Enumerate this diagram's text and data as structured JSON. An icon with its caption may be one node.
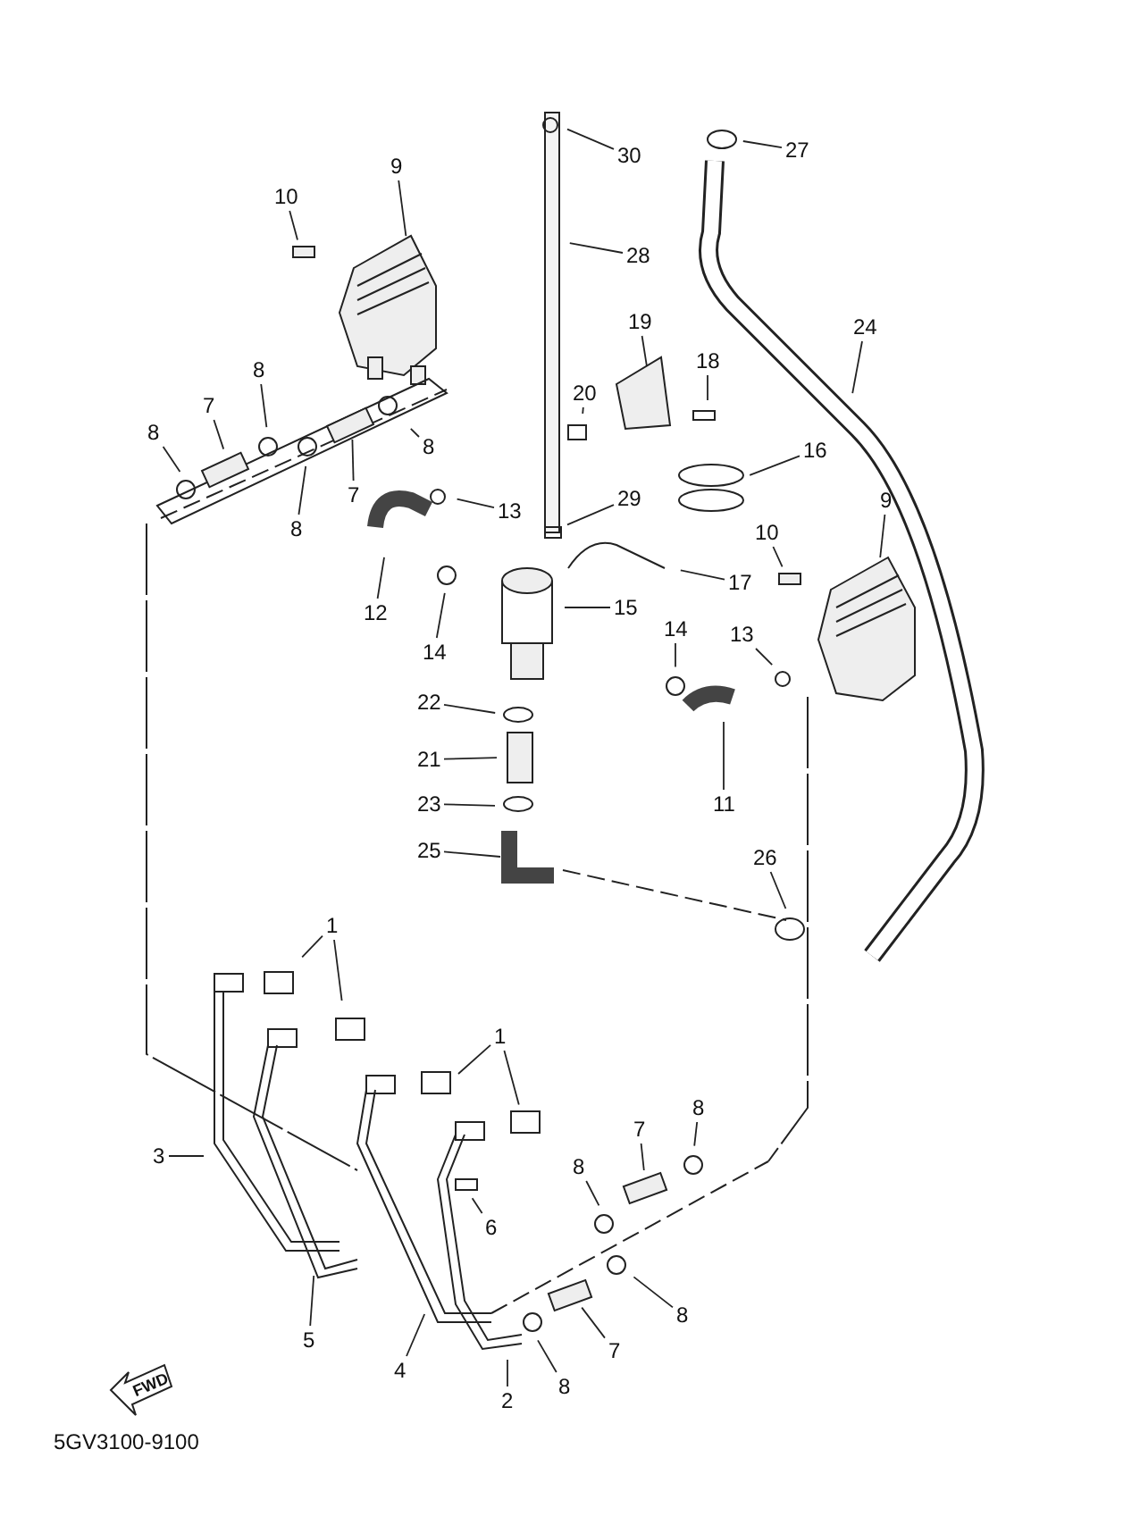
{
  "diagram": {
    "nodes": [
      {
        "text": [
          "9"
        ]
      },
      {
        "text": [
          "10"
        ]
      },
      {
        "text": [
          "8"
        ]
      },
      {
        "text": [
          "7"
        ]
      },
      {
        "text": [
          "8"
        ]
      },
      {
        "text": [
          "8"
        ]
      },
      {
        "text": [
          "7"
        ]
      },
      {
        "text": [
          "8"
        ]
      },
      {
        "text": [
          "13"
        ]
      },
      {
        "text": [
          "12"
        ]
      },
      {
        "text": [
          "14"
        ]
      },
      {
        "text": [
          "30"
        ]
      },
      {
        "text": [
          "28"
        ]
      },
      {
        "text": [
          "27"
        ]
      },
      {
        "text": [
          "24"
        ]
      },
      {
        "text": [
          "19"
        ]
      },
      {
        "text": [
          "18"
        ]
      },
      {
        "text": [
          "20"
        ]
      },
      {
        "text": [
          "16"
        ]
      },
      {
        "text": [
          "29"
        ]
      },
      {
        "text": [
          "10"
        ]
      },
      {
        "text": [
          "9"
        ]
      },
      {
        "text": [
          "17"
        ]
      },
      {
        "text": [
          "15"
        ]
      },
      {
        "text": [
          "14"
        ]
      },
      {
        "text": [
          "13"
        ]
      },
      {
        "text": [
          "22"
        ]
      },
      {
        "text": [
          "21"
        ]
      },
      {
        "text": [
          "23"
        ]
      },
      {
        "text": [
          "25"
        ]
      },
      {
        "text": [
          "11"
        ]
      },
      {
        "text": [
          "26"
        ]
      },
      {
        "text": [
          "1"
        ]
      },
      {
        "text": [
          "1"
        ]
      },
      {
        "text": [
          "3"
        ]
      },
      {
        "text": [
          "5"
        ]
      },
      {
        "text": [
          "6"
        ]
      },
      {
        "text": [
          "7"
        ]
      },
      {
        "text": [
          "8"
        ]
      },
      {
        "text": [
          "8"
        ]
      },
      {
        "text": [
          "8"
        ]
      },
      {
        "text": [
          "7"
        ]
      },
      {
        "text": [
          "8"
        ]
      },
      {
        "text": [
          "2"
        ]
      },
      {
        "text": [
          "4"
        ]
      }
    ],
    "edges": [
      {
        "from": 0,
        "to": null,
        "arrow": "none"
      },
      {
        "from": 1,
        "to": null,
        "arrow": "none"
      },
      {
        "from": 2,
        "to": null,
        "arrow": "none"
      },
      {
        "from": 3,
        "to": null,
        "arrow": "none"
      },
      {
        "from": 4,
        "to": null,
        "arrow": "none"
      },
      {
        "from": 5,
        "to": null,
        "arrow": "none"
      },
      {
        "from": 6,
        "to": null,
        "arrow": "none"
      },
      {
        "from": 7,
        "to": null,
        "arrow": "none"
      },
      {
        "from": 8,
        "to": null,
        "arrow": "none"
      },
      {
        "from": 9,
        "to": null,
        "arrow": "none"
      },
      {
        "from": 10,
        "to": null,
        "arrow": "none"
      },
      {
        "from": 11,
        "to": null,
        "arrow": "none"
      },
      {
        "from": 12,
        "to": null,
        "arrow": "none"
      },
      {
        "from": 13,
        "to": null,
        "arrow": "none"
      },
      {
        "from": 14,
        "to": null,
        "arrow": "none"
      },
      {
        "from": 15,
        "to": null,
        "arrow": "none"
      },
      {
        "from": 16,
        "to": null,
        "arrow": "none"
      },
      {
        "from": 17,
        "to": null,
        "arrow": "none"
      },
      {
        "from": 18,
        "to": null,
        "arrow": "none"
      },
      {
        "from": 19,
        "to": null,
        "arrow": "none"
      },
      {
        "from": 20,
        "to": null,
        "arrow": "none"
      },
      {
        "from": 21,
        "to": null,
        "arrow": "none"
      },
      {
        "from": 22,
        "to": null,
        "arrow": "none"
      },
      {
        "from": 23,
        "to": null,
        "arrow": "none"
      },
      {
        "from": 24,
        "to": null,
        "arrow": "none"
      },
      {
        "from": 25,
        "to": null,
        "arrow": "none"
      },
      {
        "from": 26,
        "to": null,
        "arrow": "none"
      },
      {
        "from": 27,
        "to": null,
        "arrow": "none"
      },
      {
        "from": 28,
        "to": null,
        "arrow": "none"
      },
      {
        "from": 29,
        "to": null,
        "arrow": "none"
      },
      {
        "from": 30,
        "to": null,
        "arrow": "none"
      },
      {
        "from": 31,
        "to": null,
        "arrow": "none"
      },
      {
        "from": 32,
        "to": null,
        "arrow": "none"
      },
      {
        "from": 32,
        "to": null,
        "arrow": "none"
      },
      {
        "from": 33,
        "to": null,
        "arrow": "none"
      },
      {
        "from": 33,
        "to": null,
        "arrow": "none"
      },
      {
        "from": 34,
        "to": null,
        "arrow": "none"
      },
      {
        "from": 35,
        "to": null,
        "arrow": "none"
      },
      {
        "from": 36,
        "to": null,
        "arrow": "none"
      },
      {
        "from": 37,
        "to": null,
        "arrow": "none"
      },
      {
        "from": 38,
        "to": null,
        "arrow": "none"
      },
      {
        "from": 39,
        "to": null,
        "arrow": "none"
      },
      {
        "from": 40,
        "to": null,
        "arrow": "none"
      },
      {
        "from": 41,
        "to": null,
        "arrow": "none"
      },
      {
        "from": 42,
        "to": null,
        "arrow": "none"
      },
      {
        "from": 43,
        "to": null,
        "arrow": "none"
      },
      {
        "from": 44,
        "to": null,
        "arrow": "none"
      }
    ],
    "labels": [
      "FWD",
      "5GV3100-9100"
    ]
  }
}
